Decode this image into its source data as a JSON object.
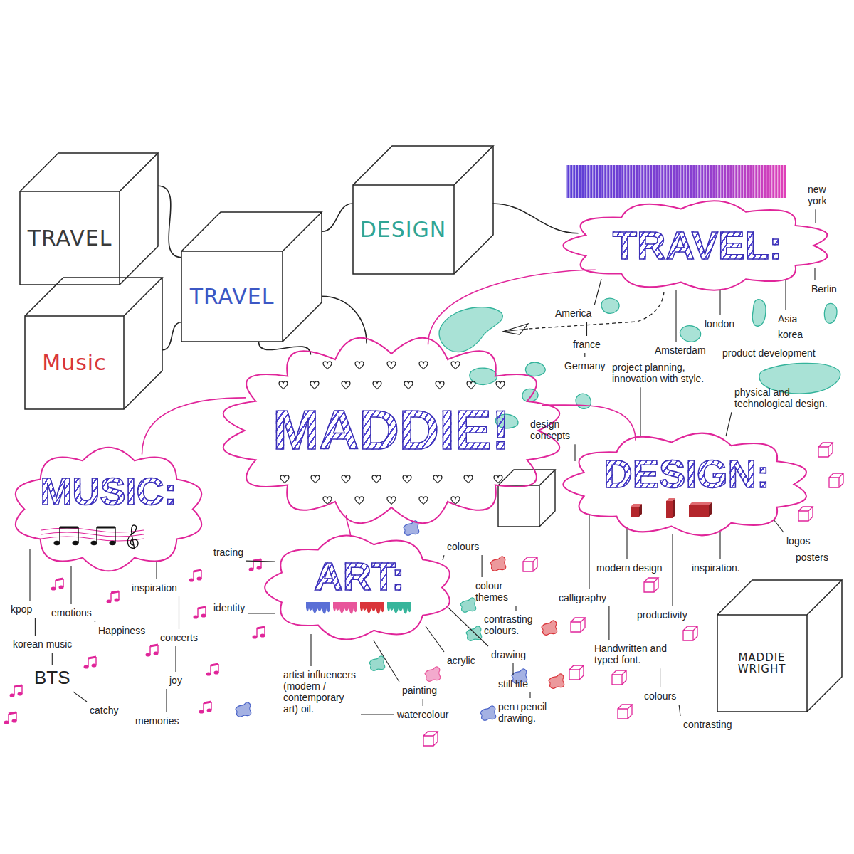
{
  "diagram": {
    "nodes": [
      {
        "text": [
          "TRAVEL"
        ]
      },
      {
        "text": [
          "Music"
        ]
      },
      {
        "text": [
          "TRAVEL"
        ]
      },
      {
        "text": [
          "DESIGN"
        ]
      },
      {
        "text": [
          "MADDIE!"
        ]
      },
      {
        "text": [
          "TRAVEL:"
        ]
      },
      {
        "text": [
          "MUSIC:"
        ]
      },
      {
        "text": [
          "DESIGN:"
        ]
      },
      {
        "text": [
          "ART:"
        ]
      },
      {
        "text": [
          "MADDIE WRIGHT"
        ]
      }
    ],
    "edges": [
      {
        "from": 0,
        "to": 2,
        "arrow": "none"
      },
      {
        "from": 1,
        "to": 2,
        "arrow": "none"
      },
      {
        "from": 2,
        "to": 3,
        "arrow": "none"
      },
      {
        "from": 3,
        "to": 5,
        "arrow": "none"
      },
      {
        "from": 2,
        "to": 4,
        "arrow": "none"
      },
      {
        "from": 2,
        "to": 4,
        "arrow": "none"
      },
      {
        "from": 4,
        "to": 5,
        "arrow": "none"
      },
      {
        "from": 4,
        "to": 7,
        "arrow": "none"
      },
      {
        "from": 4,
        "to": 6,
        "arrow": "none"
      },
      {
        "from": 4,
        "to": 8,
        "arrow": "none"
      }
    ],
    "labels": [
      "new york",
      "Berlin",
      "America",
      "france",
      "Germany",
      "london",
      "Asia",
      "korea",
      "Amsterdam",
      "product development",
      "project planning, innovation with style.",
      "physical and technological design.",
      "design concepts",
      "logos",
      "posters",
      "modern design",
      "inspiration.",
      "calligraphy",
      "productivity",
      "Handwritten and typed font.",
      "colours",
      "contrasting",
      "colours",
      "colour themes",
      "contrasting colours.",
      "drawing",
      "still life",
      "pen+pencil drawing.",
      "acrylic",
      "painting",
      "watercolour",
      "artist influencers (modern / contemporary art) oil.",
      "tracing",
      "identity",
      "kpop",
      "emotions",
      "Happiness",
      "inspiration",
      "concerts",
      "korean music",
      "BTS",
      "catchy",
      "joy",
      "memories"
    ]
  }
}
